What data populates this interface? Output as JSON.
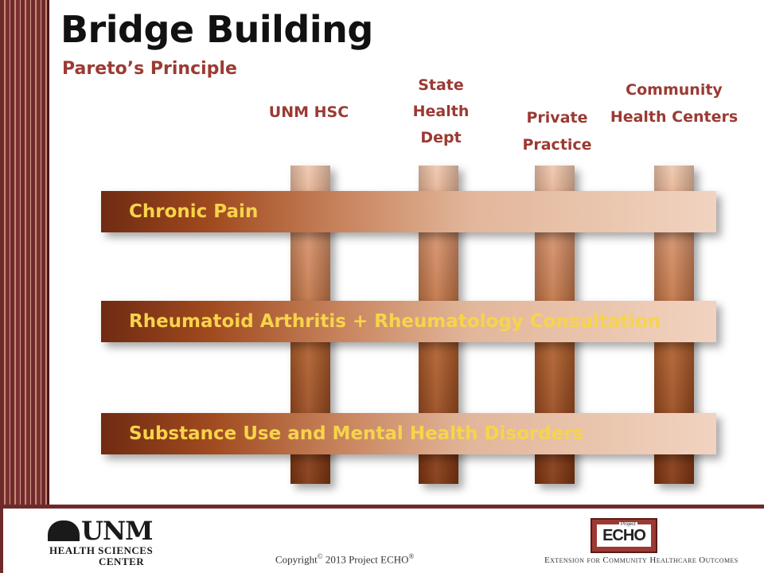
{
  "title": "Bridge Building",
  "subtitle": "Pareto’s Principle",
  "columns": [
    {
      "label_lines": [
        "UNM HSC"
      ]
    },
    {
      "label_lines": [
        "State",
        "Health",
        "Dept"
      ]
    },
    {
      "label_lines": [
        "Private",
        "Practice"
      ]
    },
    {
      "label_lines": [
        "Community",
        "Health Centers"
      ]
    }
  ],
  "rows": [
    {
      "label": "Chronic Pain"
    },
    {
      "label": "Rheumatoid Arthritis + Rheumatology Consultation"
    },
    {
      "label": "Substance Use and Mental Health Disorders"
    }
  ],
  "footer": {
    "unm_word": "UNM",
    "unm_line1": "HEALTH SCIENCES",
    "unm_line2": "CENTER",
    "copyright_prefix": "Copyright",
    "copyright_mark": "©",
    "copyright_rest": " 2013 Project ECHO",
    "registered_mark": "®",
    "echo_project": "Project",
    "echo_word": "ECHO",
    "tagline": "Extension for Community Healthcare Outcomes"
  },
  "colors": {
    "accent": "#9b3a33",
    "bar_label": "#f7d44a",
    "band": "#6e2a2a"
  }
}
